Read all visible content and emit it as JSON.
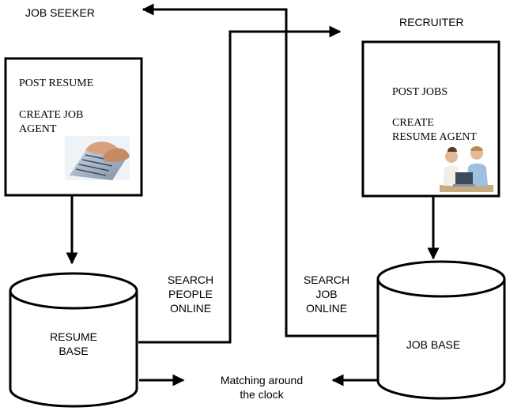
{
  "actors": {
    "job_seeker": "JOB SEEKER",
    "recruiter": "RECRUITER"
  },
  "seeker_box": {
    "line1": "POST RESUME",
    "line2": "CREATE JOB",
    "line3": "AGENT",
    "image_icon": "typing-hands-icon"
  },
  "recruiter_box": {
    "line1": "POST JOBS",
    "line2": "CREATE",
    "line3": "RESUME AGENT",
    "image_icon": "business-people-icon"
  },
  "databases": {
    "resume_line1": "RESUME",
    "resume_line2": "BASE",
    "job": "JOB BASE"
  },
  "flows": {
    "search_people_1": "SEARCH",
    "search_people_2": "PEOPLE",
    "search_people_3": "ONLINE",
    "search_job_1": "SEARCH",
    "search_job_2": "JOB",
    "search_job_3": "ONLINE",
    "matching_1": "Matching around",
    "matching_2": "the clock"
  }
}
